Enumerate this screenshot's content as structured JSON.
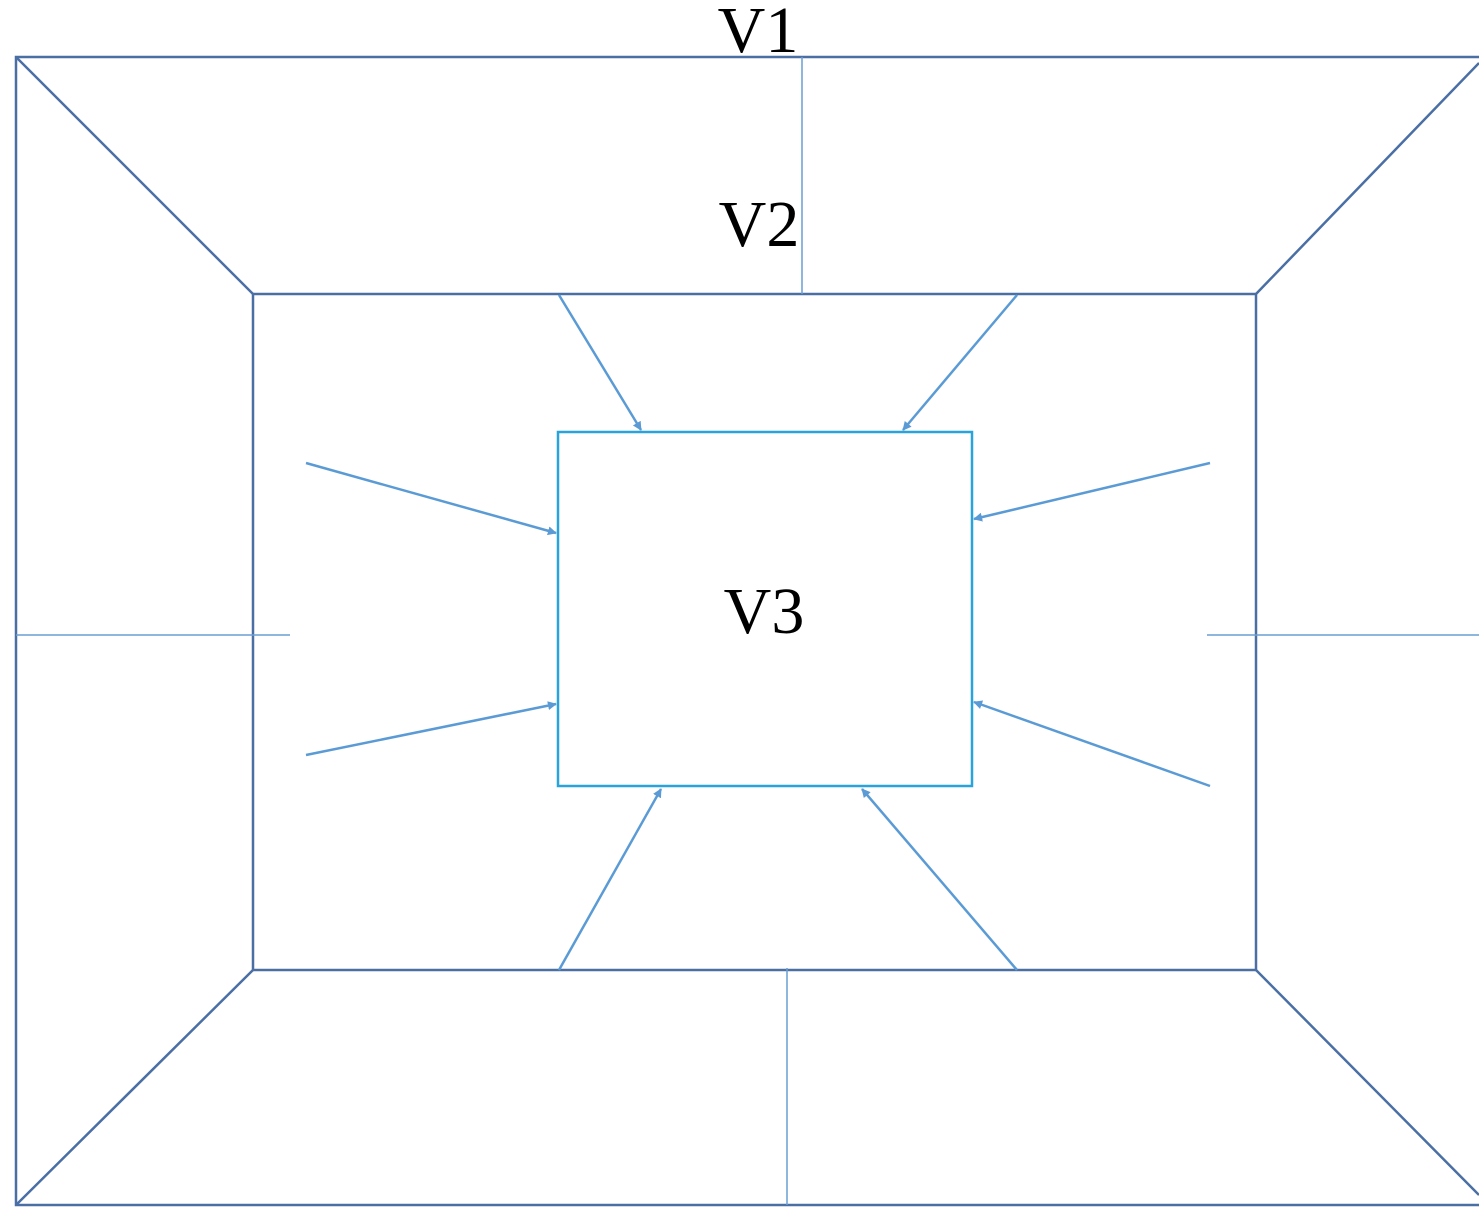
{
  "labels": {
    "outer": "V1",
    "middle": "V2",
    "inner": "V3"
  },
  "colors": {
    "frame": "#4a6fa5",
    "divider": "#6a9fd4",
    "inner_box": "#29a3dc",
    "arrow": "#5b9bd5",
    "text": "#000000"
  }
}
